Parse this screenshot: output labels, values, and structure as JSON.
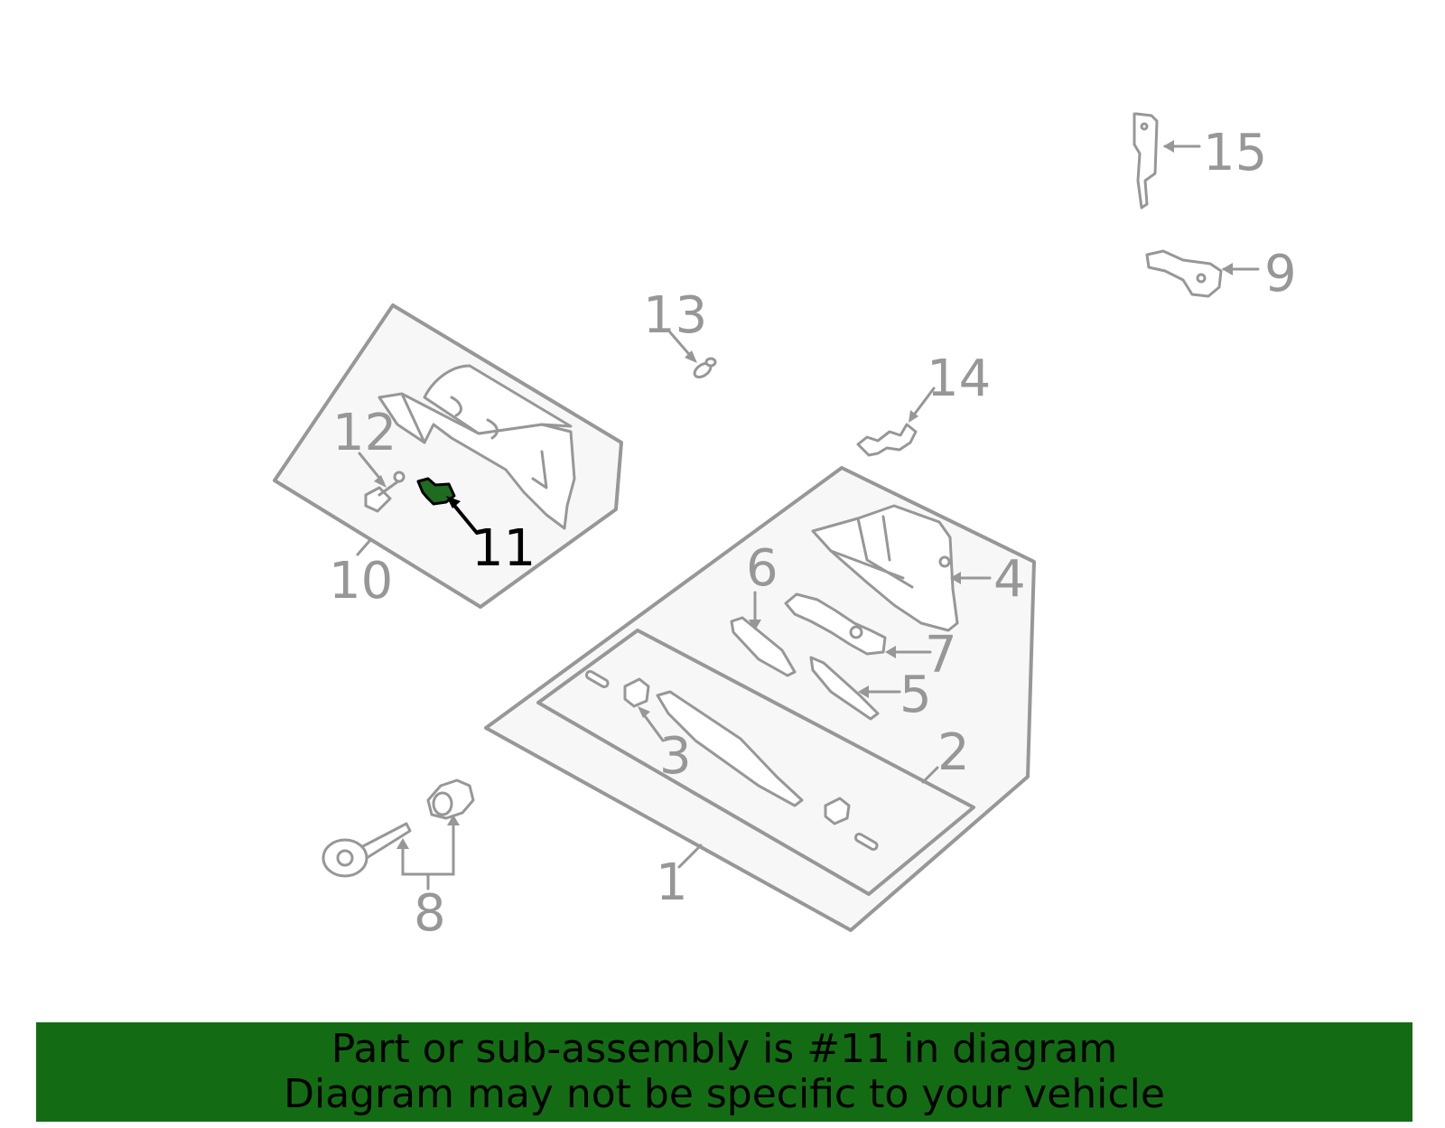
{
  "callouts": {
    "c1": "1",
    "c2": "2",
    "c3": "3",
    "c4": "4",
    "c5": "5",
    "c6": "6",
    "c7": "7",
    "c8": "8",
    "c9": "9",
    "c10": "10",
    "c11": "11",
    "c12": "12",
    "c13": "13",
    "c14": "14",
    "c15": "15"
  },
  "highlight": {
    "part": "11",
    "color": "#136c13"
  },
  "banner": {
    "line1": "Part or sub-assembly is #11 in diagram",
    "line2": "Diagram may not be specific to your vehicle",
    "background": "#136c13"
  }
}
